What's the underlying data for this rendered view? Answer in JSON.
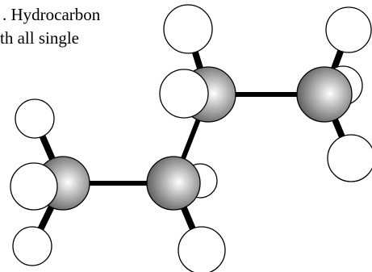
{
  "caption": {
    "line1": ". Hydrocarbon",
    "line2": "th all single"
  },
  "colors": {
    "bond": "#000000",
    "atom_outline": "#000000",
    "hydrogen_fill": "#ffffff",
    "carbon_light": "#ffffff",
    "carbon_mid": "#b4b4b4",
    "carbon_dark": "#5a5a5a"
  },
  "molecule": {
    "carbon_atoms": 4,
    "hydrogen_atoms": 10,
    "carbon_carbon_bonds": 3,
    "carbon_hydrogen_bonds": 10
  }
}
